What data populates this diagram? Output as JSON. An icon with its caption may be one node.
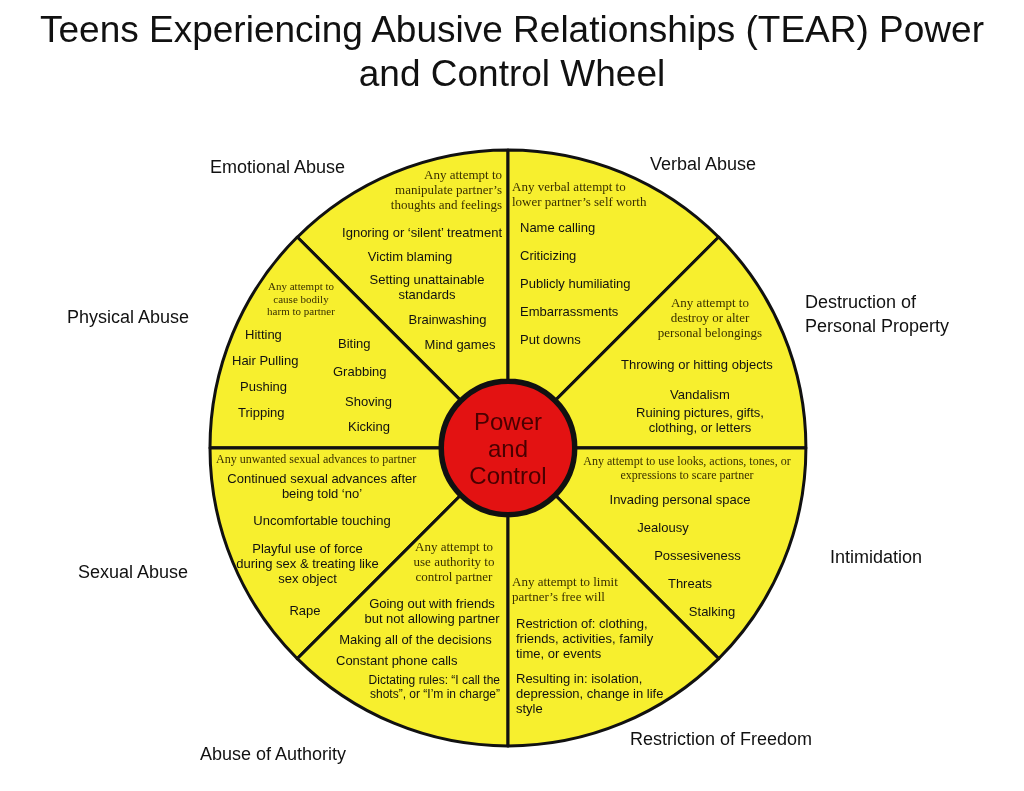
{
  "diagram": {
    "title": "Teens Experiencing Abusive Relationships (TEAR) Power and Control Wheel",
    "nodes": [
      {
        "text": [
          "Emotional Abuse",
          "Any attempt to manipulate partner’s thoughts and feelings",
          "Ignoring or ‘silent’ treatment",
          "Victim blaming",
          "Setting unattainable standards",
          "Brainwashing",
          "Mind games"
        ]
      },
      {
        "text": [
          "Verbal Abuse",
          "Any verbal attempt to lower partner’s self worth",
          "Name calling",
          "Criticizing",
          "Publicly humiliating",
          "Embarrassments",
          "Put downs"
        ]
      },
      {
        "text": [
          "Physical Abuse",
          "Any attempt to cause bodily harm to partner",
          "Hitting",
          "Hair Pulling",
          "Pushing",
          "Tripping",
          "Biting",
          "Grabbing",
          "Shoving",
          "Kicking"
        ]
      },
      {
        "text": [
          "Destruction of Personal Property",
          "Any attempt to destroy or alter personal belongings",
          "Throwing or hitting objects",
          "Vandalism",
          "Ruining pictures, gifts, clothing, or letters"
        ]
      },
      {
        "text": [
          "Power and Control"
        ]
      },
      {
        "text": [
          "Sexual Abuse",
          "Any unwanted sexual advances to partner",
          "Continued sexual advances after being told ‘no’",
          "Uncomfortable touching",
          "Playful use of force during sex & treating like sex object",
          "Rape"
        ]
      },
      {
        "text": [
          "Intimidation",
          "Any attempt to use looks, actions, tones, or expressions to scare partner",
          "Invading personal space",
          "Jealousy",
          "Possesiveness",
          "Threats",
          "Stalking"
        ]
      },
      {
        "text": [
          "Abuse of Authority",
          "Any attempt to use authority to control partner",
          "Going out with friends but not allowing partner",
          "Making all of the decisions",
          "Constant phone calls",
          "Dictating rules: “I call the shots”, or “I’m in charge”"
        ]
      },
      {
        "text": [
          "Restriction of Freedom",
          "Any attempt to limit partner’s free will",
          "Restriction of: clothing, friends, activities, family time, or events",
          "Resulting in: isolation, depression, change in life style"
        ]
      }
    ]
  }
}
